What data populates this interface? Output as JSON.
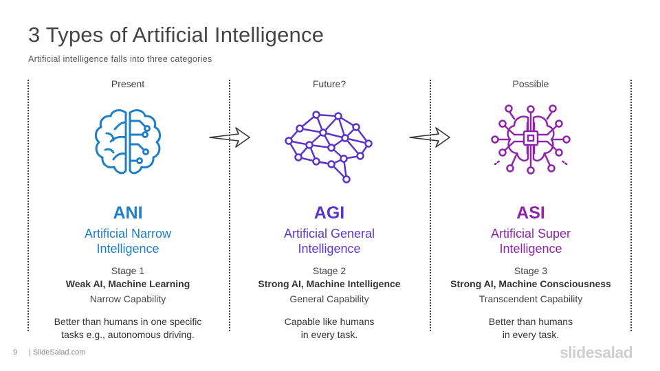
{
  "slide": {
    "title": "3 Types of Artificial Intelligence",
    "subtitle": "Artificial intelligence falls into three categories",
    "page_number": "9",
    "site": "| SlideSalad.com",
    "brand": "slidesalad"
  },
  "columns": [
    {
      "stage_head": "Present",
      "abbr": "ANI",
      "full_line1": "Artificial Narrow",
      "full_line2": "Intelligence",
      "stage": "Stage 1",
      "kind": "Weak AI, Machine Learning",
      "capability": "Narrow Capability",
      "desc_line1": "Better than humans in one specific",
      "desc_line2": "tasks e.g., autonomous driving.",
      "color": "#1e7ec8",
      "icon": "brain-circuit-icon"
    },
    {
      "stage_head": "Future?",
      "abbr": "AGI",
      "full_line1": "Artificial General",
      "full_line2": "Intelligence",
      "stage": "Stage 2",
      "kind": "Strong AI, Machine Intelligence",
      "capability": "General Capability",
      "desc_line1": "Capable like humans",
      "desc_line2": "in every task.",
      "color": "#5b35c9",
      "icon": "brain-network-icon"
    },
    {
      "stage_head": "Possible",
      "abbr": "ASI",
      "full_line1": "Artificial Super",
      "full_line2": "Intelligence",
      "stage": "Stage 3",
      "kind": "Strong AI, Machine Consciousness",
      "capability": "Transcendent Capability",
      "desc_line1": "Better than humans",
      "desc_line2": "in every task.",
      "color": "#8e24aa",
      "icon": "chip-brain-icon"
    }
  ]
}
